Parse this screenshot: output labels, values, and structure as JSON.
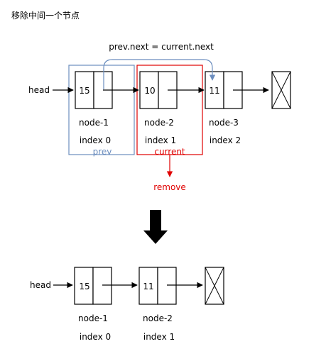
{
  "title": "移除中间一个节点",
  "before": {
    "head_label": "head",
    "pointer_annotation": "prev.next = current.next",
    "nodes": [
      {
        "value": "15",
        "name": "node-1",
        "index": "index 0",
        "role": "prev"
      },
      {
        "value": "10",
        "name": "node-2",
        "index": "index 1",
        "role": "current"
      },
      {
        "value": "11",
        "name": "node-3",
        "index": "index 2",
        "role": ""
      }
    ],
    "remove_label": "remove"
  },
  "after": {
    "head_label": "head",
    "nodes": [
      {
        "value": "15",
        "name": "node-1",
        "index": "index 0"
      },
      {
        "value": "11",
        "name": "node-2",
        "index": "index 1"
      }
    ]
  },
  "colors": {
    "prev": "#6c8ebf",
    "current": "#e00000",
    "stroke": "#000000"
  }
}
